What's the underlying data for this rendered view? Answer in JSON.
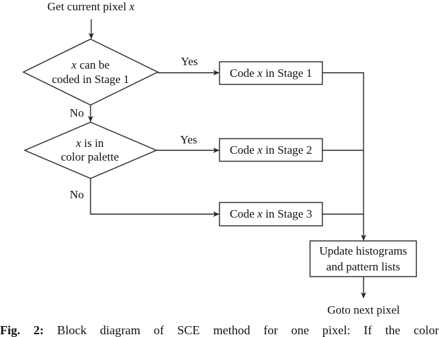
{
  "colors": {
    "line": "#262626",
    "text": "#111111",
    "background": "#ffffff"
  },
  "flowchart": {
    "start": {
      "pre": "Get current pixel ",
      "var": "x"
    },
    "decision1": {
      "var": "x",
      "line1_post": " can be",
      "line2": "coded in Stage 1"
    },
    "decision2": {
      "var": "x",
      "line1_post": " is in",
      "line2": "color palette"
    },
    "edges": {
      "yes1": "Yes",
      "no1": "No",
      "yes2": "Yes",
      "no2": "No"
    },
    "box1": {
      "pre": "Code ",
      "var": "x",
      "post": " in Stage 1"
    },
    "box2": {
      "pre": "Code ",
      "var": "x",
      "post": " in Stage 2"
    },
    "box3": {
      "pre": "Code ",
      "var": "x",
      "post": " in Stage 3"
    },
    "update_box": {
      "line1": "Update histograms",
      "line2": "and pattern lists"
    },
    "end": "Goto next pixel"
  },
  "caption": {
    "figure_label": "Fig. 2:",
    "text": "Block diagram of SCE method for one pixel: If the color"
  }
}
